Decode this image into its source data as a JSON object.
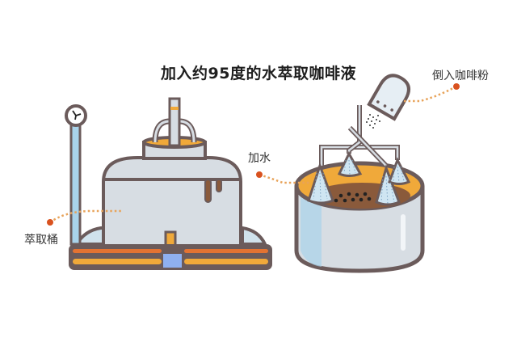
{
  "title": "加入约95度的水萃取咖啡液",
  "labels": {
    "extraction_tank": "萃取桶",
    "add_water": "加水",
    "add_coffee_powder": "倒入咖啡粉"
  },
  "colors": {
    "outline": "#6b5b5b",
    "body_fill": "#d7dde3",
    "water_blue": "#a9d3ea",
    "orange": "#f0a93a",
    "dark_orange": "#e37332",
    "coffee_brown": "#8a5a3b",
    "leader_dot": "#d9521f",
    "leader_line": "#e8a35a",
    "valve_blue": "#8fb0f0"
  }
}
